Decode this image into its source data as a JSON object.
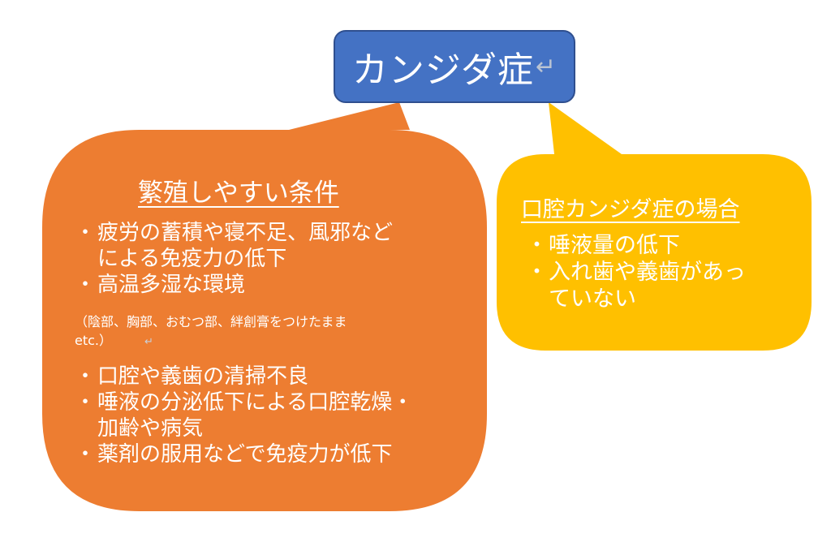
{
  "title": {
    "text": "カンジダ症",
    "return_mark": "↵"
  },
  "conditions": {
    "heading": "繁殖しやすい条件",
    "items_top": [
      "疲労の蓄積や寝不足、風邪など\nによる免疫力の低下",
      "高温多湿な環境"
    ],
    "note": "（陰部、胸部、おむつ部、絆創膏をつけたまま\netc.）",
    "note_return_mark": "↵",
    "items_bottom": [
      "口腔や義歯の清掃不良",
      "唾液の分泌低下による口腔乾燥・\n加齢や病気",
      "薬剤の服用などで免疫力が低下"
    ]
  },
  "oral": {
    "heading": "口腔カンジダ症の場合",
    "items": [
      "唾液量の低下",
      "入れ歯や義歯があっ\nていない"
    ]
  },
  "colors": {
    "title_fill": "#4472c4",
    "title_border": "#2f4f8f",
    "orange": "#ed7d31",
    "yellow": "#ffc000",
    "text": "#ffffff"
  }
}
